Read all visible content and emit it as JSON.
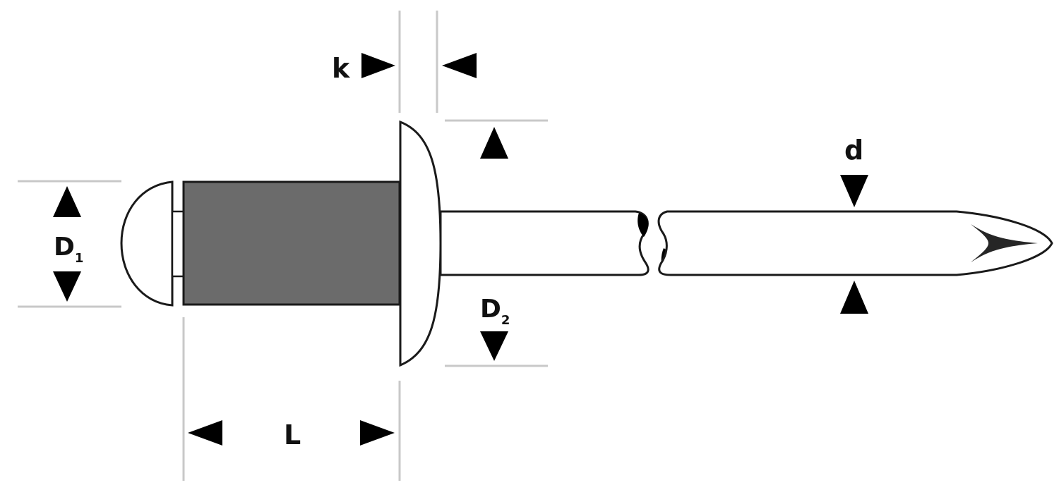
{
  "labels": {
    "k": "k",
    "d": "d",
    "D1_main": "D",
    "D1_sub": "1",
    "D2_main": "D",
    "D2_sub": "2",
    "L": "L"
  },
  "colors": {
    "sleeve_fill": "#6b6b6b",
    "outline": "#1a1a1a",
    "extension_lines": "#c8c8c8",
    "arrows": "#000000",
    "background": "#ffffff"
  }
}
